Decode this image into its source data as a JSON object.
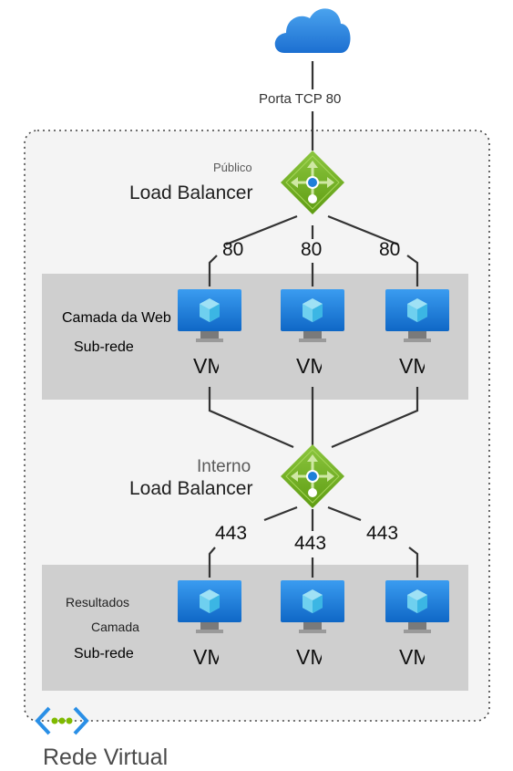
{
  "internet": {
    "icon": "cloud-icon",
    "port_label": "Porta TCP 80"
  },
  "public_lb": {
    "tag": "Público",
    "title": "Load Balancer",
    "icon": "load-balancer-icon"
  },
  "web_tier": {
    "subnet_title": "Camada da Web",
    "subnet_sub": "Sub-rede",
    "ports": [
      "80",
      "80",
      "80"
    ],
    "vms": [
      "VM",
      "VM",
      "VM"
    ]
  },
  "internal_lb": {
    "tag": "Interno",
    "title": "Load Balancer",
    "icon": "load-balancer-icon"
  },
  "results_tier": {
    "line1": "Resultados",
    "line2": "Camada",
    "subnet_sub": "Sub-rede",
    "ports": [
      "443",
      "443",
      "443"
    ],
    "vms": [
      "VM",
      "VM",
      "VM"
    ]
  },
  "vnet": {
    "label": "Rede Virtual",
    "icon": "virtual-network-icon"
  },
  "colors": {
    "subnet_fill": "#cfcfcf",
    "vnet_fill": "#f4f4f4",
    "lb_green": "#7fba00",
    "vm_blue": "#1e7fd9",
    "cloud_blue": "#2d8be0",
    "line": "#333333"
  }
}
